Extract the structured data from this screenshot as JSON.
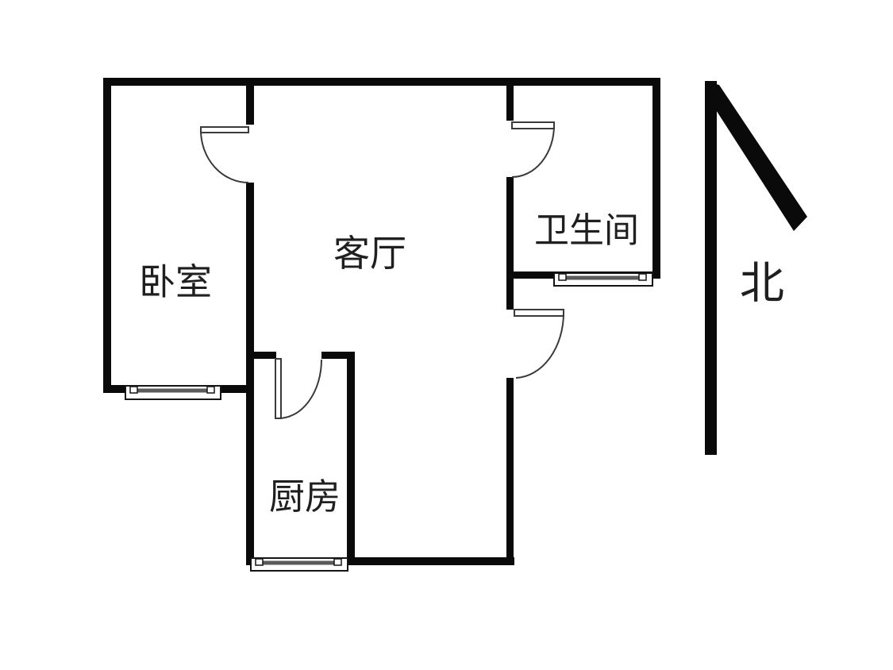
{
  "floor_plan": {
    "rooms": [
      {
        "id": "bedroom",
        "label": "卧室"
      },
      {
        "id": "living_room",
        "label": "客厅"
      },
      {
        "id": "bathroom",
        "label": "卫生间"
      },
      {
        "id": "kitchen",
        "label": "厨房"
      }
    ],
    "compass": {
      "label": "北",
      "direction": "north"
    },
    "colors": {
      "wall": "#0a0a0a",
      "line": "#3a3a3a",
      "text": "#1f1f1f",
      "bg": "#ffffff",
      "window_bar": "#5a5a5a"
    }
  }
}
